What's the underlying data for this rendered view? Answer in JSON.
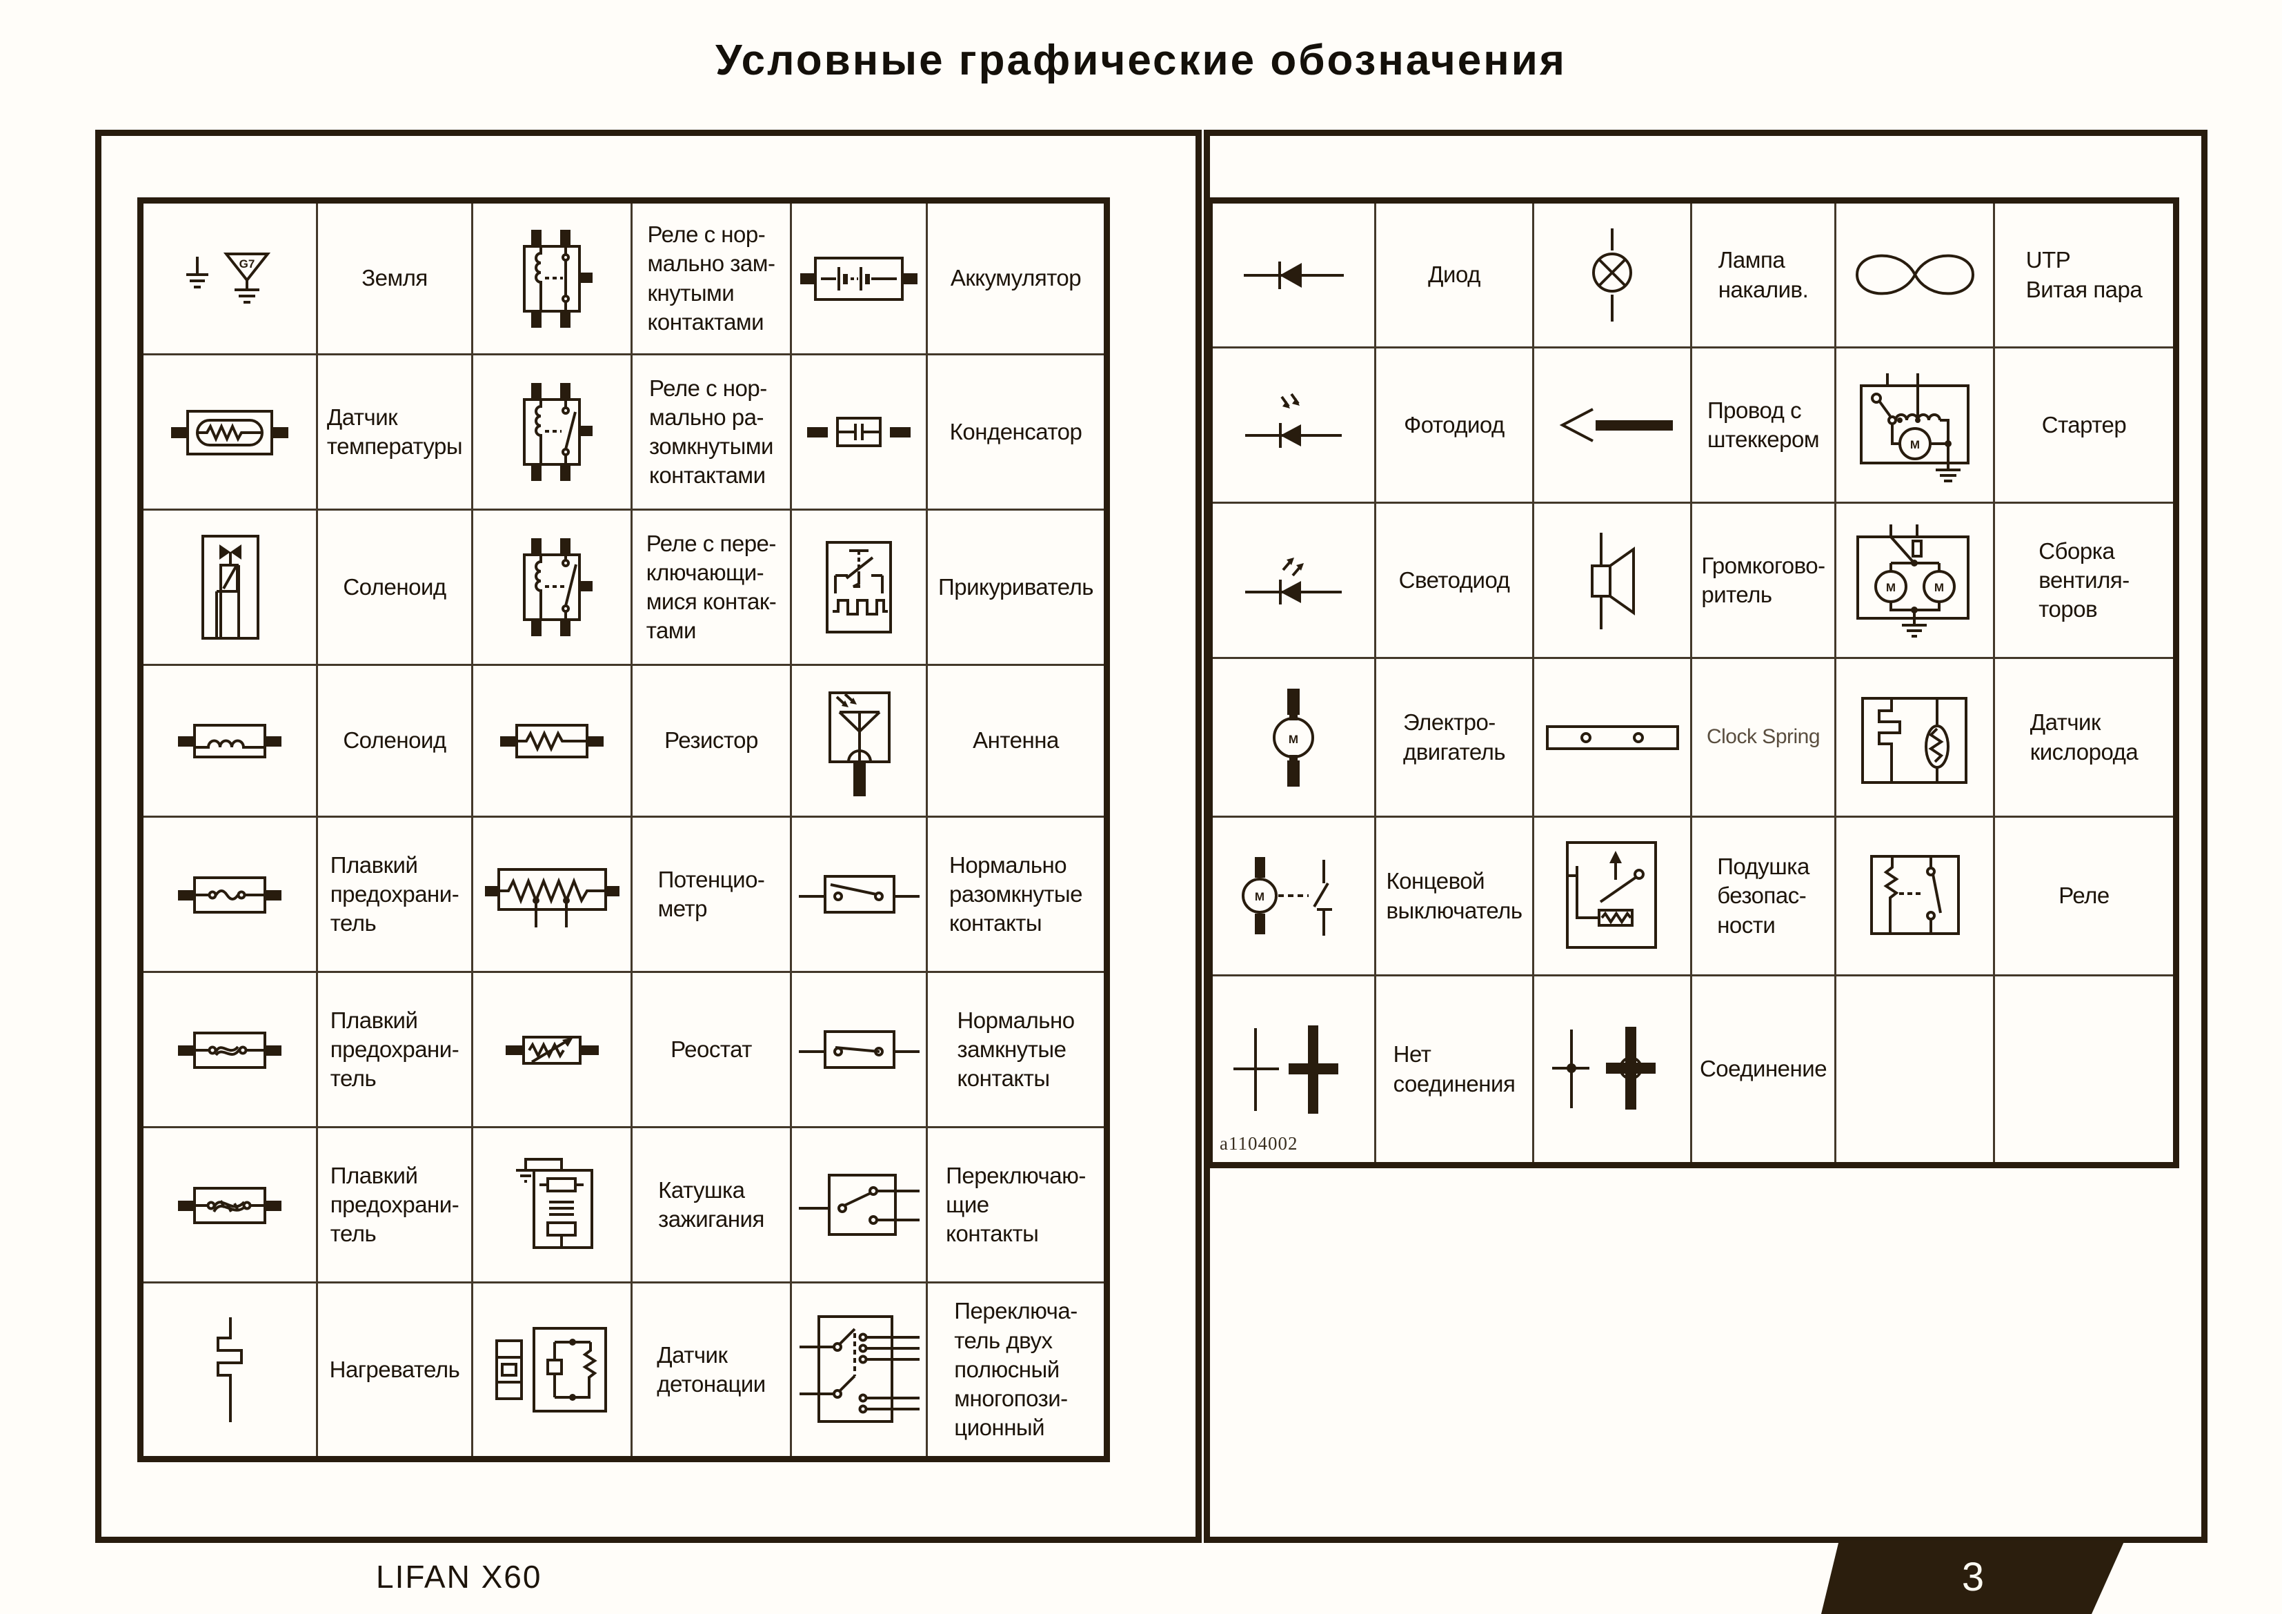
{
  "page": {
    "title": "Условные графические обозначения",
    "footer_model": "LIFAN X60",
    "page_number": "3",
    "figure_code": "a1104002"
  },
  "colors": {
    "ink": "#281c0e",
    "paper": "#fffdf9",
    "tab_background": "#2b1e0d",
    "tab_text": "#fdfbf2"
  },
  "left_table": {
    "rows": [
      {
        "cells": [
          {
            "icon": "ground-icon",
            "icon_text": "G7",
            "label": "Земля"
          },
          {
            "icon": "relay-nc-contacts-icon",
            "label": "Реле с нор-\nмально зам-\nкнутыми\nконтактами"
          },
          {
            "icon": "battery-icon",
            "label": "Аккумулятор"
          }
        ]
      },
      {
        "cells": [
          {
            "icon": "temperature-sensor-icon",
            "label": "Датчик\nтемпературы"
          },
          {
            "icon": "relay-no-contacts-icon",
            "label": "Реле с нор-\nмально ра-\nзомкнутыми\nконтактами"
          },
          {
            "icon": "capacitor-icon",
            "label": "Конденсатор"
          }
        ]
      },
      {
        "cells": [
          {
            "icon": "solenoid-valve-icon",
            "label": "Соленоид"
          },
          {
            "icon": "relay-changeover-contacts-icon",
            "label": "Реле с пере-\nключающи-\nмися контак-\nтами"
          },
          {
            "icon": "cigarette-lighter-icon",
            "label": "Прикуриватель"
          }
        ]
      },
      {
        "cells": [
          {
            "icon": "solenoid-coil-icon",
            "label": "Соленоид"
          },
          {
            "icon": "resistor-icon",
            "label": "Резистор"
          },
          {
            "icon": "antenna-icon",
            "label": "Антенна"
          }
        ]
      },
      {
        "cells": [
          {
            "icon": "fuse-icon",
            "label": "Плавкий\nпредохрани-\nтель"
          },
          {
            "icon": "potentiometer-icon",
            "label": "Потенцио-\nметр"
          },
          {
            "icon": "normally-open-contacts-icon",
            "label": "Нормально\nразомкнутые\nконтакты"
          }
        ]
      },
      {
        "cells": [
          {
            "icon": "fuse-wavy-icon",
            "label": "Плавкий\nпредохрани-\nтель"
          },
          {
            "icon": "rheostat-icon",
            "label": "Реостат"
          },
          {
            "icon": "normally-closed-contacts-icon",
            "label": "Нормально\nзамкнутые\nконтакты"
          }
        ]
      },
      {
        "cells": [
          {
            "icon": "fusible-link-icon",
            "label": "Плавкий\nпредохрани-\nтель"
          },
          {
            "icon": "ignition-coil-icon",
            "label": "Катушка\nзажигания"
          },
          {
            "icon": "changeover-contacts-icon",
            "label": "Переключаю-\nщие\nконтакты"
          }
        ]
      },
      {
        "cells": [
          {
            "icon": "heater-icon",
            "label": "Нагреватель"
          },
          {
            "icon": "knock-sensor-icon",
            "label": "Датчик\nдетонации"
          },
          {
            "icon": "multi-position-switch-icon",
            "label": "Переключа-\nтель двух\nполюсный\nмногопози-\nционный"
          }
        ]
      }
    ]
  },
  "right_table": {
    "rows": [
      {
        "cells": [
          {
            "icon": "diode-icon",
            "label": "Диод"
          },
          {
            "icon": "incandescent-lamp-icon",
            "label": "Лампа\nнакалив."
          },
          {
            "icon": "twisted-pair-icon",
            "label": "UTP\nВитая пара"
          }
        ]
      },
      {
        "cells": [
          {
            "icon": "photodiode-icon",
            "label": "Фотодиод"
          },
          {
            "icon": "plug-wire-icon",
            "label": "Провод с\nштеккером"
          },
          {
            "icon": "starter-icon",
            "icon_text": "M",
            "label": "Стартер"
          }
        ]
      },
      {
        "cells": [
          {
            "icon": "led-icon",
            "label": "Светодиод"
          },
          {
            "icon": "loudspeaker-icon",
            "label": "Громкогово-\nритель"
          },
          {
            "icon": "fan-assembly-icon",
            "icon_text": "M",
            "label": "Сборка\nвентиля-\nторов"
          }
        ]
      },
      {
        "cells": [
          {
            "icon": "electric-motor-icon",
            "icon_text": "M",
            "label": "Электро-\nдвигатель"
          },
          {
            "icon": "clock-spring-icon",
            "label": "Clock Spring"
          },
          {
            "icon": "oxygen-sensor-icon",
            "label": "Датчик\nкислорода"
          }
        ]
      },
      {
        "cells": [
          {
            "icon": "limit-switch-icon",
            "icon_text": "M",
            "label": "Концевой\nвыключатель"
          },
          {
            "icon": "airbag-icon",
            "label": "Подушка\nбезопас-\nности"
          },
          {
            "icon": "relay-icon",
            "label": "Реле"
          }
        ]
      },
      {
        "cells": [
          {
            "icon": "no-connection-icon",
            "label": "Нет\nсоединения"
          },
          {
            "icon": "connection-icon",
            "label": "Соединение"
          },
          {
            "icon": "",
            "label": ""
          }
        ]
      }
    ]
  }
}
